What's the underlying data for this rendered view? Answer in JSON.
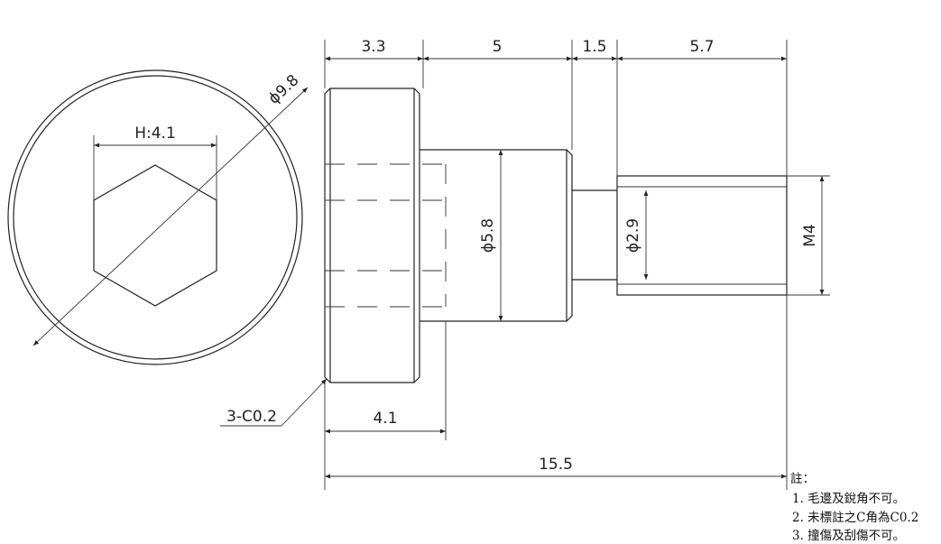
{
  "dimensions": {
    "head_length": "3.3",
    "shank_length": "5",
    "neck_length": "1.5",
    "thread_length": "5.7",
    "head_diameter": "ϕ9.8",
    "hex_size": "H:4.1",
    "shank_diameter": "ϕ5.8",
    "neck_diameter": "ϕ2.9",
    "thread_size": "M4",
    "chamfer": "3-C0.2",
    "hex_depth": "4.1",
    "overall_length": "15.5"
  },
  "notes": {
    "title": "註：",
    "items": [
      "1. 毛邊及銳角不可。",
      "2. 未標註之C角為C0.2",
      "3. 撞傷及刮傷不可。"
    ]
  }
}
